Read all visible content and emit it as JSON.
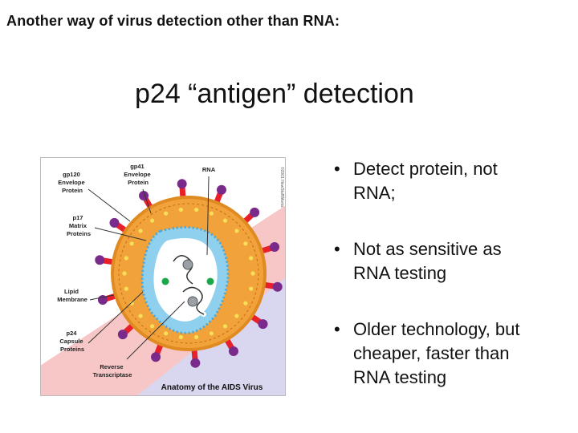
{
  "heading": "Another way of virus detection other than RNA:",
  "title": "p24 “antigen” detection",
  "figure": {
    "caption": "Anatomy of the AIDS Virus",
    "copyright": "©2001 HowStuffWorks",
    "labels": {
      "gp120": [
        "gp120",
        "Envelope",
        "Protein"
      ],
      "gp41": [
        "gp41",
        "Envelope",
        "Protein"
      ],
      "rna": [
        "RNA"
      ],
      "p17": [
        "p17",
        "Matrix",
        "Proteins"
      ],
      "lipid": [
        "Lipid",
        "Membrane"
      ],
      "p24": [
        "p24",
        "Capsule",
        "Proteins"
      ],
      "rt": [
        "Reverse",
        "Transcriptase"
      ]
    },
    "colors": {
      "shell": "#f2a23a",
      "membrane": "#e08a22",
      "spike": "#e8202a",
      "knob": "#7a2a8a",
      "capsid": "#8fd0ee",
      "core": "#ffffff",
      "matrix": "#f6e05a"
    }
  },
  "bullets": [
    {
      "lines": [
        "Detect protein, not",
        "RNA;"
      ]
    },
    {
      "lines": [
        "Not as sensitive as",
        "RNA testing"
      ]
    },
    {
      "lines": [
        "Older technology, but",
        "cheaper, faster than",
        "RNA testing"
      ]
    }
  ],
  "bullet_glyph": "•"
}
